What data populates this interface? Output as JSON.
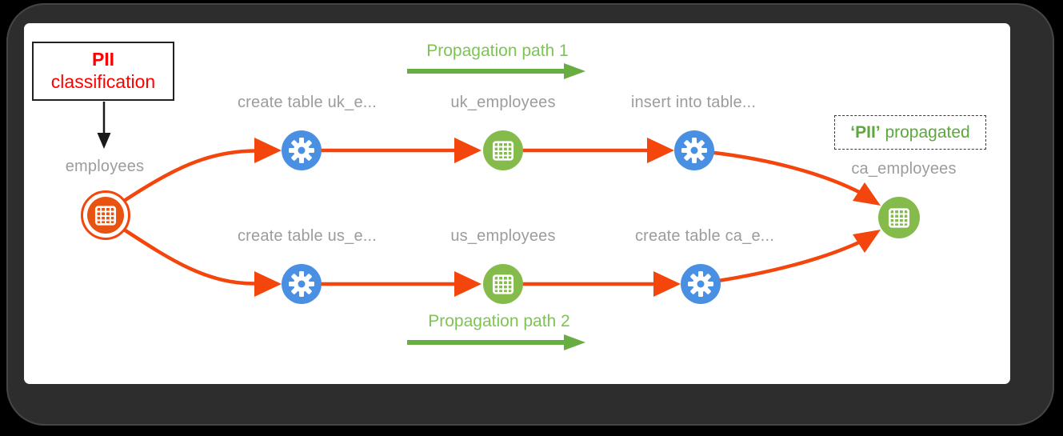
{
  "diagram": {
    "description": "Data lineage graph showing PII classification propagation from employees table to ca_employees table"
  },
  "annotations": {
    "classification_box": {
      "line1": "PII",
      "line2": "classification"
    },
    "propagation_path_1": "Propagation path 1",
    "propagation_path_2": "Propagation path 2",
    "propagated_box": {
      "term": "‘PII’",
      "rest": " propagated"
    }
  },
  "nodes": {
    "employees": {
      "label": "employees",
      "type": "table",
      "tag": "PII origin"
    },
    "create_table_uk": {
      "label": "create table uk_e...",
      "type": "process"
    },
    "uk_employees": {
      "label": "uk_employees",
      "type": "table"
    },
    "insert_into_table": {
      "label": "insert into table...",
      "type": "process"
    },
    "create_table_us": {
      "label": "create table us_e...",
      "type": "process"
    },
    "us_employees": {
      "label": "us_employees",
      "type": "table"
    },
    "create_table_ca": {
      "label": "create table ca_e...",
      "type": "process"
    },
    "ca_employees": {
      "label": "ca_employees",
      "type": "table"
    }
  },
  "edges": [
    {
      "from": "employees",
      "to": "create_table_uk"
    },
    {
      "from": "create_table_uk",
      "to": "uk_employees"
    },
    {
      "from": "uk_employees",
      "to": "insert_into_table"
    },
    {
      "from": "insert_into_table",
      "to": "ca_employees"
    },
    {
      "from": "employees",
      "to": "create_table_us"
    },
    {
      "from": "create_table_us",
      "to": "us_employees"
    },
    {
      "from": "us_employees",
      "to": "create_table_ca"
    },
    {
      "from": "create_table_ca",
      "to": "ca_employees"
    }
  ],
  "colors": {
    "edge": "#f4450c",
    "origin_node": "#e95312",
    "table_node": "#84bb4b",
    "process_node": "#4a90e2",
    "label_gray": "#9c9c9c",
    "path_label_green": "#7cc551",
    "path_arrow_green": "#68ad41",
    "propagated_green": "#5ca83c",
    "classification_red": "#ff0000",
    "frame_dark": "#2d2d2d"
  }
}
